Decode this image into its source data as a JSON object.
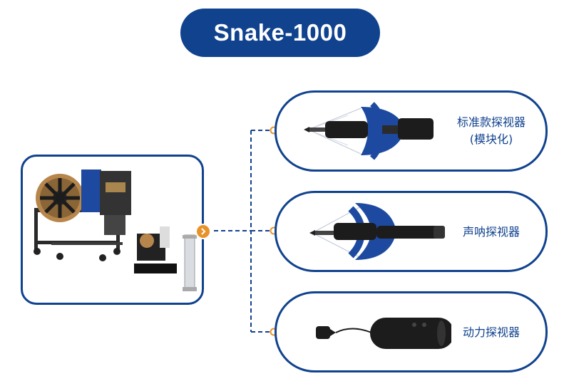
{
  "title": "Snake-1000",
  "options": [
    {
      "label": "标准款探视器",
      "sublabel": "(模块化)"
    },
    {
      "label": "声呐探视器",
      "sublabel": ""
    },
    {
      "label": "动力探视器",
      "sublabel": ""
    }
  ],
  "colors": {
    "brand_blue": "#10428e",
    "connector_orange": "#e8932a",
    "probe_black": "#1c1c1c"
  },
  "icons": [
    "arrow-right-icon"
  ]
}
